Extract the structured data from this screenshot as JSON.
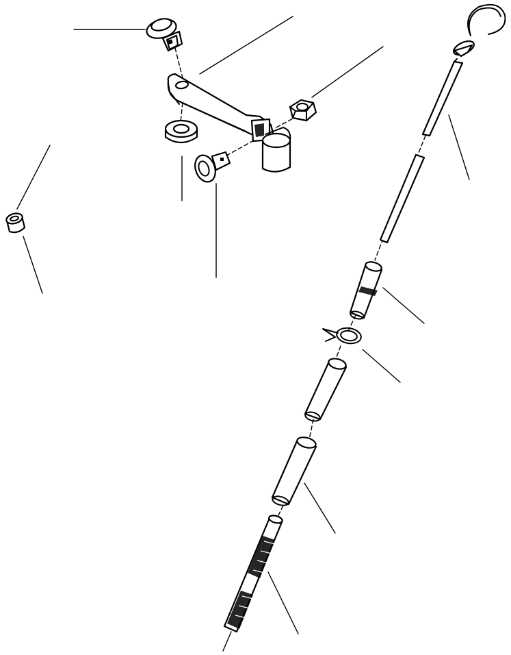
{
  "diagram": {
    "background": "#ffffff",
    "ink": "#000000",
    "parts": [
      "flange-bolt-upper",
      "lever-arm",
      "hex-nut",
      "spacer-washer",
      "flange-bolt-lower",
      "cable-end-cap",
      "control-rod",
      "rod-sleeve-upper",
      "hose-clamp",
      "rod-sleeve-middle",
      "rod-sleeve-lower",
      "threaded-rod-end"
    ]
  }
}
